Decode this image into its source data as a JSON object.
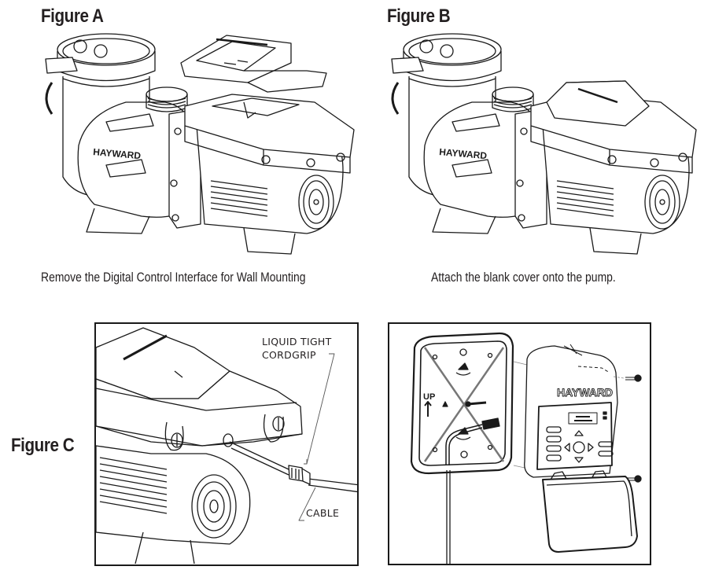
{
  "figures": {
    "a": {
      "title": "Figure A",
      "caption": "Remove the Digital Control Interface for Wall Mounting",
      "pump_brand_label": "HAYWARD"
    },
    "b": {
      "title": "Figure B",
      "caption": "Attach the blank cover onto the pump.",
      "pump_brand_label": "HAYWARD"
    },
    "c": {
      "title": "Figure C",
      "callouts": {
        "cordgrip_line1": "LIQUID TIGHT",
        "cordgrip_line2": "CORDGRIP",
        "cable": "CABLE"
      }
    },
    "d": {
      "brand_label": "HAYWARD",
      "up_label": "UP"
    }
  },
  "colors": {
    "ink": "#231f20",
    "line": "#1a1a1a",
    "background": "#ffffff"
  }
}
